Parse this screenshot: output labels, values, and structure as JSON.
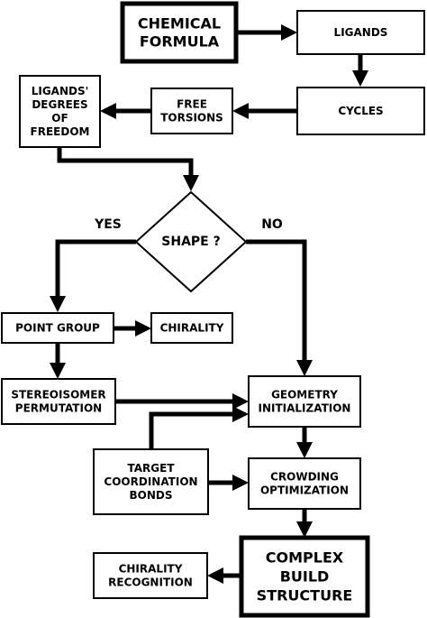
{
  "nodes": {
    "chemical_formula": [
      "CHEMICAL",
      "FORMULA"
    ],
    "ligands": [
      "LIGANDS"
    ],
    "cycles": [
      "CYCLES"
    ],
    "free_torsions": [
      "FREE",
      "TORSIONS"
    ],
    "ligands_dof": [
      "LIGANDS'",
      "DEGREES",
      "OF",
      "FREEDOM"
    ],
    "shape": [
      "SHAPE ?"
    ],
    "point_group": [
      "POINT GROUP"
    ],
    "chirality": [
      "CHIRALITY"
    ],
    "stereoisomer_permutation": [
      "STEREOISOMER",
      "PERMUTATION"
    ],
    "geometry_initialization": [
      "GEOMETRY",
      "INITIALIZATION"
    ],
    "target_coordination_bonds": [
      "TARGET",
      "COORDINATION",
      "BONDS"
    ],
    "crowding_optimization": [
      "CROWDING",
      "OPTIMIZATION"
    ],
    "complex_build_structure": [
      "COMPLEX",
      "BUILD",
      "STRUCTURE"
    ],
    "chirality_recognition": [
      "CHIRALITY",
      "RECOGNITION"
    ]
  },
  "edge_labels": {
    "yes": "YES",
    "no": "NO"
  }
}
